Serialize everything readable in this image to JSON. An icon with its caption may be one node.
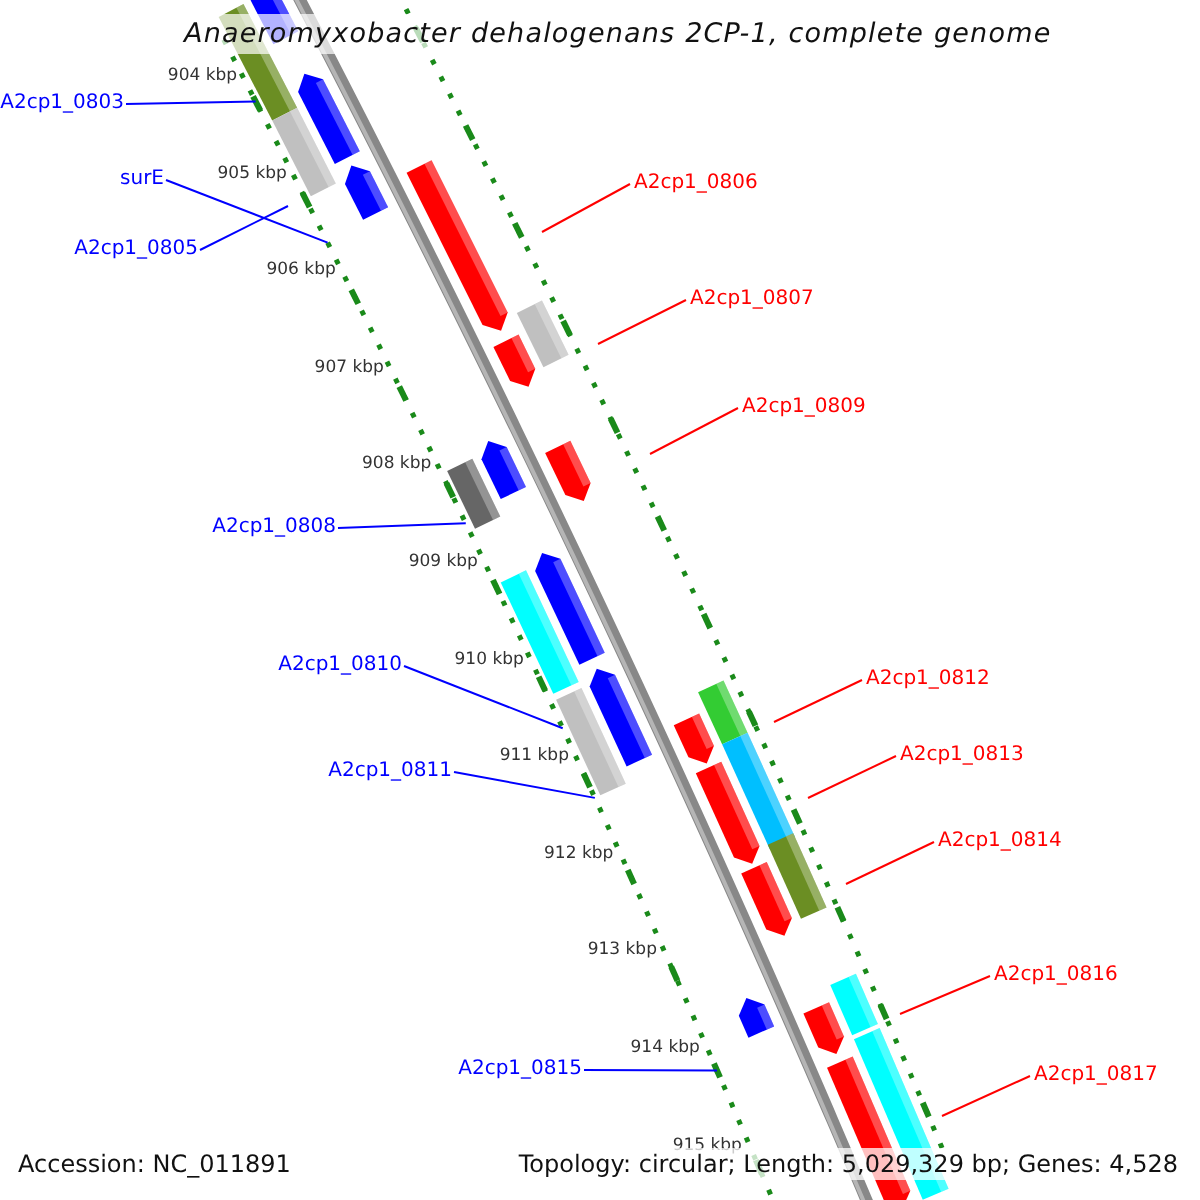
{
  "diagram": {
    "title": "Anaeromyxobacter dehalogenans 2CP-1, complete genome",
    "nodes": [
      {
        "text": [
          "A2cp1_0803"
        ]
      },
      {
        "text": [
          "surE"
        ]
      },
      {
        "text": [
          "A2cp1_0806"
        ]
      },
      {
        "text": [
          "A2cp1_0805"
        ]
      },
      {
        "text": [
          "A2cp1_0807"
        ]
      },
      {
        "text": [
          "A2cp1_0809"
        ]
      },
      {
        "text": [
          "A2cp1_0808"
        ]
      },
      {
        "text": [
          "A2cp1_0810"
        ]
      },
      {
        "text": [
          "A2cp1_0812"
        ]
      },
      {
        "text": [
          "A2cp1_0811"
        ]
      },
      {
        "text": [
          "A2cp1_0813"
        ]
      },
      {
        "text": [
          "A2cp1_0814"
        ]
      },
      {
        "text": [
          "A2cp1_0816"
        ]
      },
      {
        "text": [
          "A2cp1_0815"
        ]
      },
      {
        "text": [
          "A2cp1_0817"
        ]
      }
    ],
    "edges": [
      {
        "from": 0,
        "to": null,
        "arrow": "none",
        "color": "#0000ff"
      },
      {
        "from": 1,
        "to": null,
        "arrow": "none",
        "color": "#0000ff"
      },
      {
        "from": 2,
        "to": null,
        "arrow": "none"
      },
      {
        "from": 3,
        "to": null,
        "arrow": "none",
        "color": "#0000ff"
      },
      {
        "from": 4,
        "to": null,
        "arrow": "none"
      },
      {
        "from": 5,
        "to": null,
        "arrow": "none"
      },
      {
        "from": 6,
        "to": null,
        "arrow": "none",
        "color": "#0000ff"
      },
      {
        "from": 7,
        "to": null,
        "arrow": "none",
        "color": "#0000ff"
      },
      {
        "from": 8,
        "to": null,
        "arrow": "none"
      },
      {
        "from": 9,
        "to": null,
        "arrow": "none",
        "color": "#0000ff"
      },
      {
        "from": 10,
        "to": null,
        "arrow": "none"
      },
      {
        "from": 11,
        "to": null,
        "arrow": "none"
      },
      {
        "from": 12,
        "to": null,
        "arrow": "none"
      },
      {
        "from": 13,
        "to": null,
        "arrow": "none",
        "color": "#0000ff"
      },
      {
        "from": 14,
        "to": null,
        "arrow": "none"
      }
    ],
    "labels": [
      "904 kbp",
      "905 kbp",
      "906 kbp",
      "907 kbp",
      "908 kbp",
      "909 kbp",
      "910 kbp",
      "911 kbp",
      "912 kbp",
      "913 kbp",
      "914 kbp",
      "915 kbp",
      "Accession: NC_011891",
      "Topology: circular; Length: 5,029,329 bp; Genes: 4,528"
    ]
  }
}
